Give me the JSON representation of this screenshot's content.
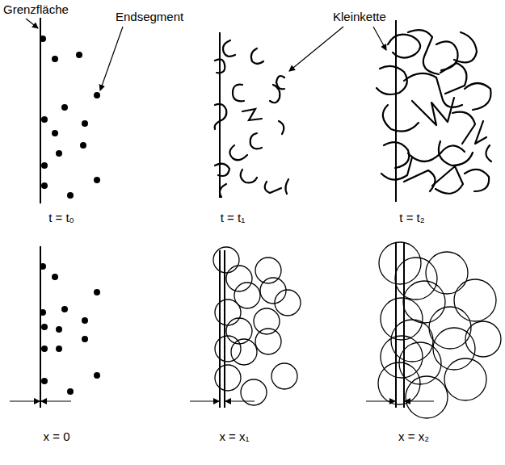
{
  "diagram": {
    "labels": [
      "Grenzfläche",
      "Endsegment",
      "Kleinkette",
      "t = t₀",
      "t = t₁",
      "t = t₂",
      "x = 0",
      "x = x₁",
      "x = x₂"
    ]
  }
}
